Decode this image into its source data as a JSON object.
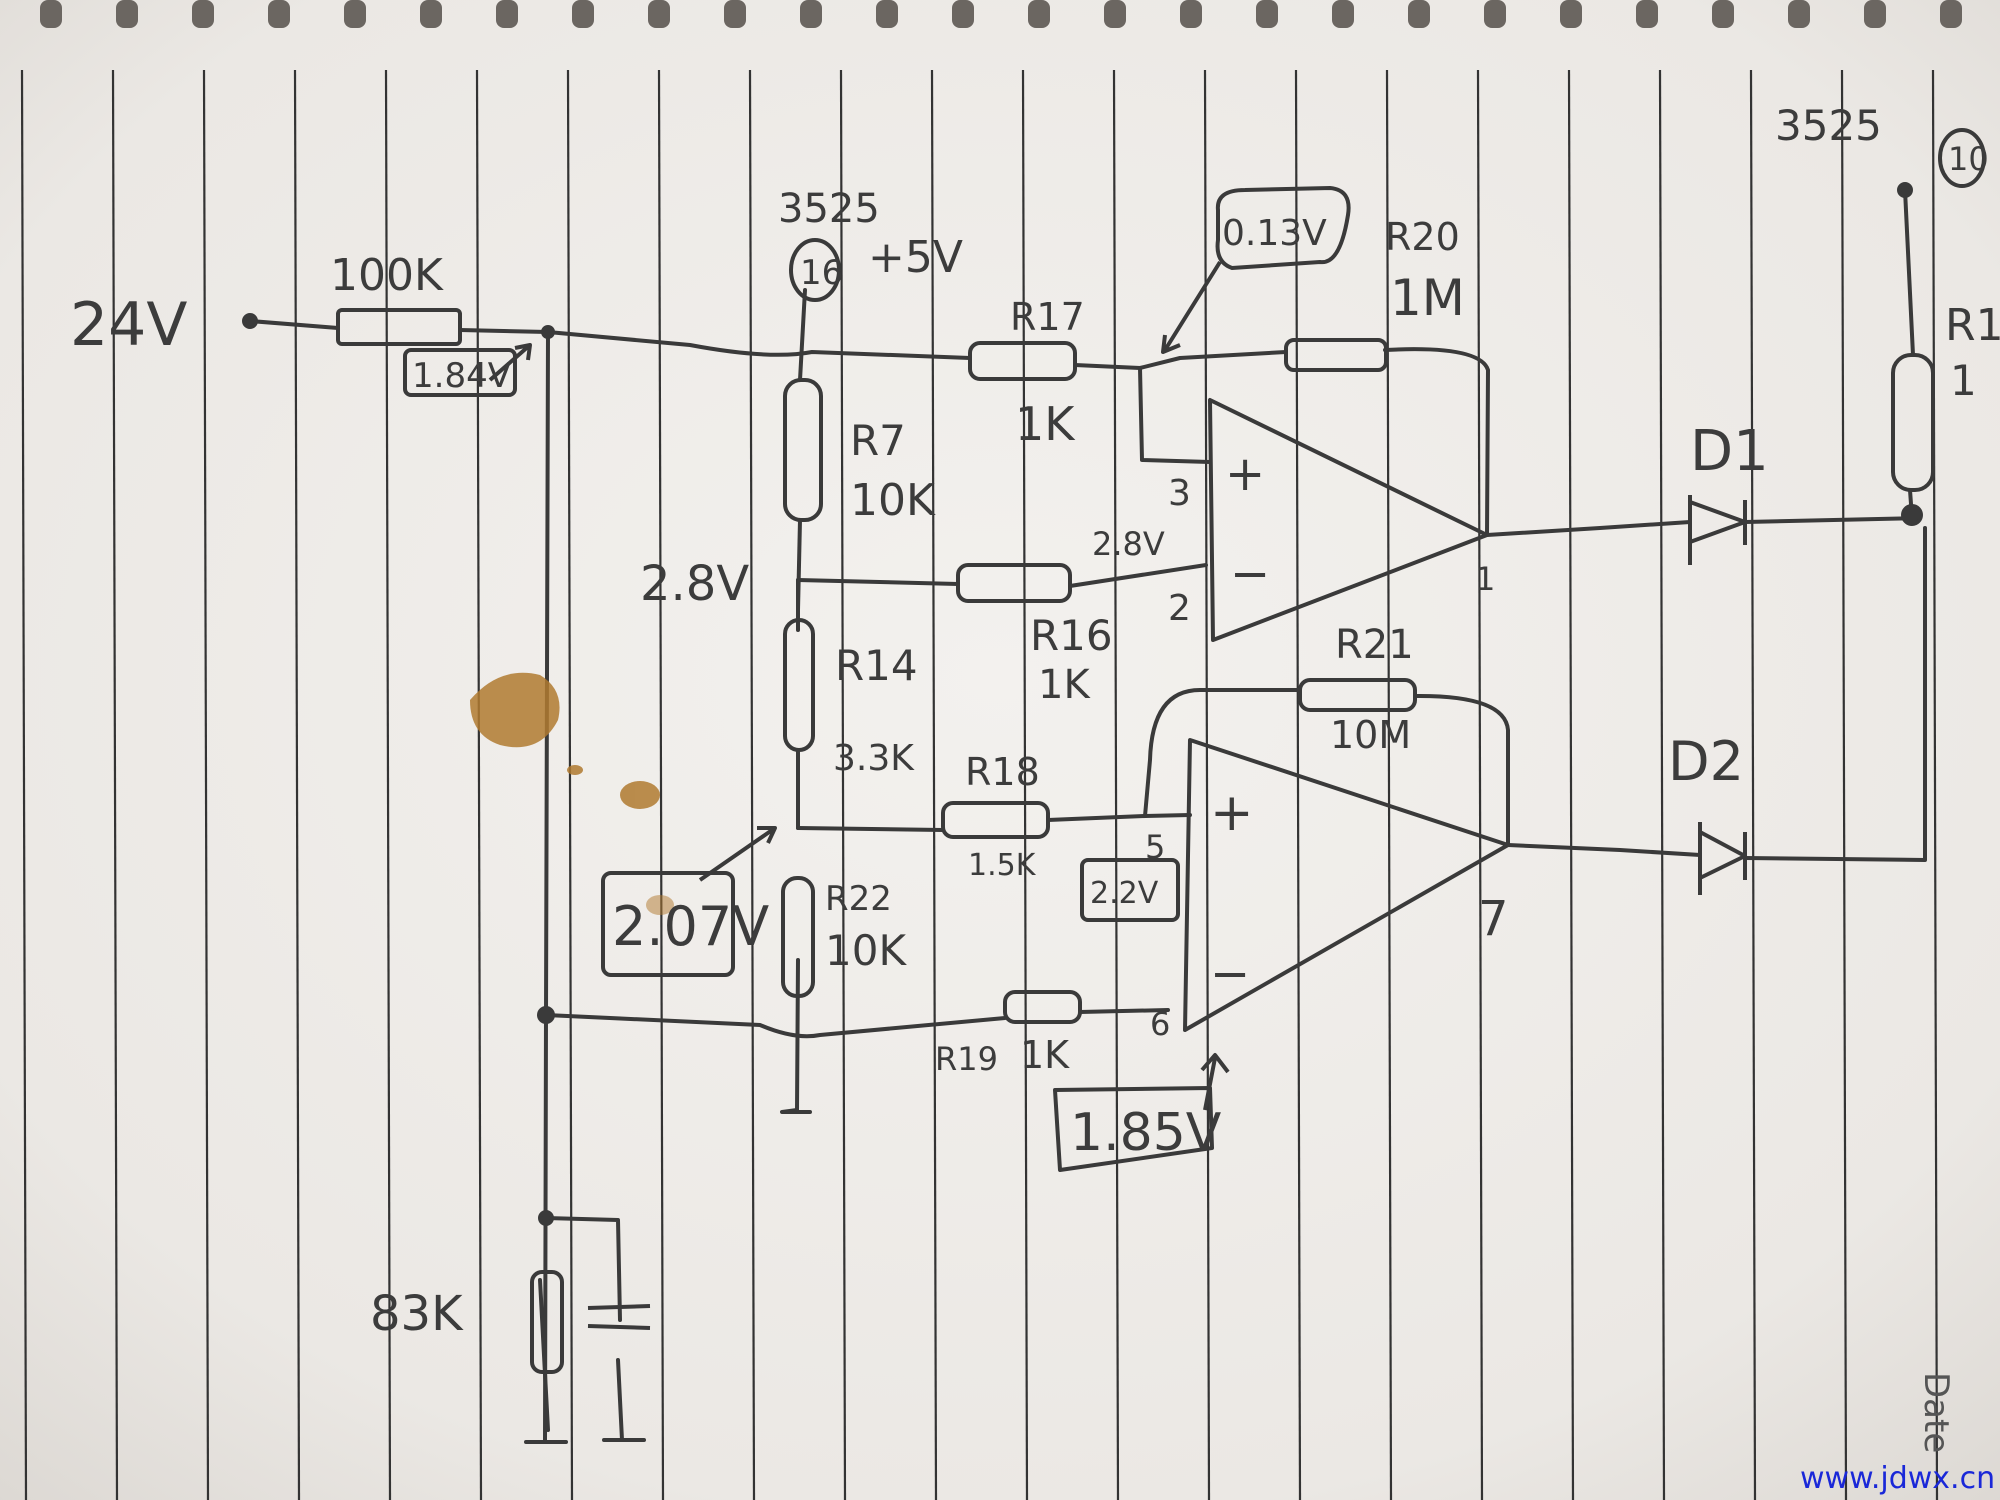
{
  "labels": {
    "source": "24V",
    "r_in": "100K",
    "v_in": "1.84V",
    "chip_top": "3525",
    "pin16": "16",
    "plus5v": "+5V",
    "r17": "R17",
    "r17v": "1K",
    "r7": "R7",
    "r7v": "10K",
    "v_mid": "2.8V",
    "r16": "R16",
    "r16v": "1K",
    "v_2_8": "2.8V",
    "pin3": "3",
    "pin2": "2",
    "pin1": "1",
    "r20": "R20",
    "r20v": "1M",
    "v_013": "0.13V",
    "r14": "R14",
    "r14v": "3.3K",
    "r18": "R18",
    "r18v": "1.5K",
    "r21": "R21",
    "r21v": "10M",
    "pin5": "5",
    "v_22": "2.2V",
    "v_207": "2.07V",
    "r22": "R22",
    "r22v": "10K",
    "r19": "R19",
    "r19v": "1K",
    "pin6": "6",
    "pin7": "7",
    "v_185": "1.85V",
    "r_low": "83K",
    "chip_right": "3525",
    "pin10": "10",
    "r_right": "R1",
    "r_right_v": "1",
    "d1": "D1",
    "d2": "D2",
    "date": "Date",
    "website": "www.jdwx.cn"
  },
  "colors": {
    "paper": "#f1efec",
    "rule": "#2e2e2e",
    "ink": "#3a3a3a",
    "stain": "#b07a30",
    "watermark": "#1a28d8"
  }
}
